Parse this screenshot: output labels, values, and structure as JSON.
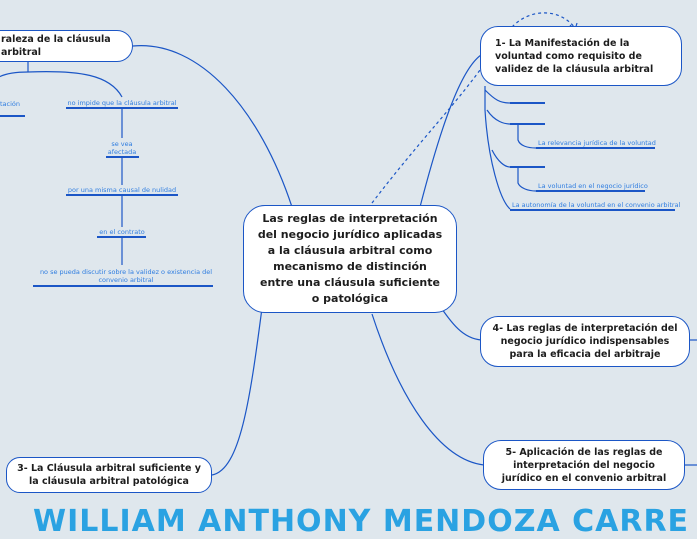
{
  "central_topic": "Las reglas de interpretación del negocio jurídico aplicadas a la cláusula arbitral como mecanismo de distinción entre una cláusula suficiente o patológica",
  "topics": {
    "naturaleza": "raleza de la cláusula arbitral",
    "manifestacion": "1- La Manifestación de la voluntad como requisito de validez de la cláusula arbitral",
    "reglas_indispensables": "4- Las reglas de interpretación del negocio jurídico indispensables para la eficacia del arbitraje",
    "aplicacion": "5- Aplicación de las reglas de interpretación del negocio jurídico en el convenio arbitral",
    "suficiente_patologica": "3- La Cláusula arbitral suficiente y la cláusula arbitral patológica"
  },
  "naturaleza_labels": {
    "left_cut": "etación",
    "no_impide": "no impide que la cláusula arbitral",
    "se_vea_1": "se vea",
    "se_vea_2": "afectada",
    "causal": "por una misma causal de nulidad",
    "contrato": "en el contrato",
    "no_discutir_1": "no se pueda discutir sobre la validez o existencia del",
    "no_discutir_2": "convenio arbitral"
  },
  "manifestacion_labels": {
    "relevancia": "La relevancia jurídica de la voluntad",
    "negocio": "La voluntad en el negocio jurídico",
    "autonomia": "La autonomía de la voluntad en el convenio arbitral"
  },
  "footer_title": "WILLIAM ANTHONY MENDOZA CARRE",
  "colors": {
    "line": "#1b56c6",
    "label": "#2f7de0",
    "footer": "#2aa2e2",
    "background": "#dfe7ed"
  }
}
